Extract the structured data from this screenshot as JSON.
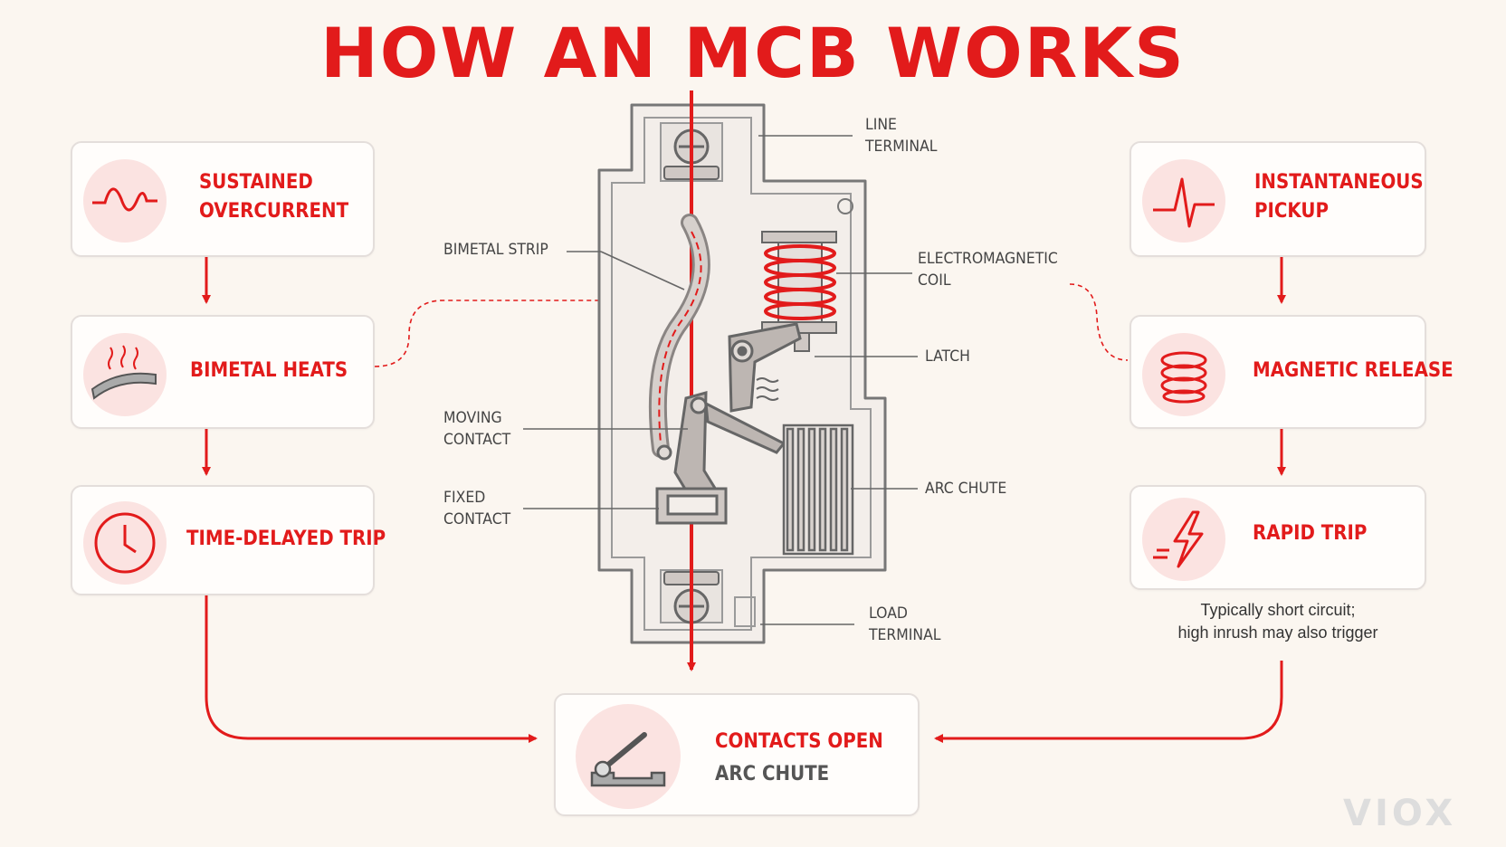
{
  "title": "HOW AN MCB WORKS",
  "left_flow": {
    "sustained": {
      "line1": "SUSTAINED",
      "line2": "OVERCURRENT",
      "icon": "sine-wave-icon"
    },
    "bimetal": {
      "label": "BIMETAL HEATS",
      "icon": "heated-bimetal-icon"
    },
    "delayed": {
      "label": "TIME-DELAYED TRIP",
      "icon": "clock-icon"
    }
  },
  "right_flow": {
    "instant": {
      "line1": "INSTANTANEOUS",
      "line2": "PICKUP",
      "icon": "pulse-spike-icon"
    },
    "magnetic": {
      "label": "MAGNETIC RELEASE",
      "icon": "coil-spring-icon"
    },
    "rapid": {
      "label": "RAPID TRIP",
      "icon": "lightning-bolt-icon"
    },
    "note_line1": "Typically short circuit;",
    "note_line2": "high inrush may also trigger"
  },
  "bottom": {
    "line1": "CONTACTS OPEN",
    "line2": "ARC CHUTE",
    "icon": "open-switch-icon"
  },
  "callouts": {
    "line_terminal": [
      "LINE",
      "TERMINAL"
    ],
    "bimetal_strip": "BIMETAL STRIP",
    "electromagnetic_coil": [
      "ELECTROMAGNETIC",
      "COIL"
    ],
    "latch": "LATCH",
    "moving_contact": [
      "MOVING",
      "CONTACT"
    ],
    "fixed_contact": [
      "FIXED",
      "CONTACT"
    ],
    "arc_chute": "ARC CHUTE",
    "load_terminal": [
      "LOAD",
      "TERMINAL"
    ]
  },
  "logo": "VIOX",
  "colors": {
    "accent": "#e21b1b",
    "icon_bg": "#fbe3e1",
    "card_border": "#e4dedb",
    "outline": "#777777"
  }
}
